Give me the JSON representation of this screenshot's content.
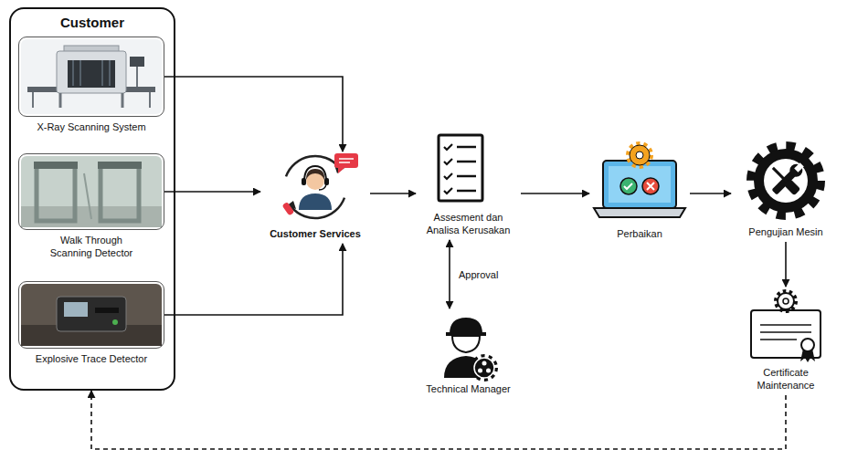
{
  "diagram": {
    "nodes": [
      {
        "text": [
          "Customer"
        ]
      },
      {
        "text": [
          "X-Ray Scanning System"
        ],
        "in": 0
      },
      {
        "text": [
          "Walk Through Scanning Detector"
        ],
        "in": 0
      },
      {
        "text": [
          "Explosive Trace Detector"
        ],
        "in": 0
      },
      {
        "text": [
          "Customer Services"
        ]
      },
      {
        "text": [
          "Assesment dan Analisa Kerusakan"
        ]
      },
      {
        "text": [
          "Technical Manager"
        ]
      },
      {
        "text": [
          "Perbaikan"
        ]
      },
      {
        "text": [
          "Pengujian Mesin"
        ]
      },
      {
        "text": [
          "Certificate Maintenance"
        ]
      }
    ],
    "edges": [
      {
        "from": 1,
        "to": 4,
        "arrow": "to"
      },
      {
        "from": 2,
        "to": 4,
        "arrow": "to"
      },
      {
        "from": 3,
        "to": 4,
        "arrow": "to"
      },
      {
        "from": 4,
        "to": 5,
        "arrow": "to"
      },
      {
        "from": 5,
        "to": 6,
        "label": "Approval",
        "arrow": "both"
      },
      {
        "from": 5,
        "to": 7,
        "arrow": "to"
      },
      {
        "from": 7,
        "to": 8,
        "arrow": "to"
      },
      {
        "from": 8,
        "to": 9,
        "arrow": "to"
      },
      {
        "from": 9,
        "to": 0,
        "arrow": "to"
      }
    ]
  }
}
